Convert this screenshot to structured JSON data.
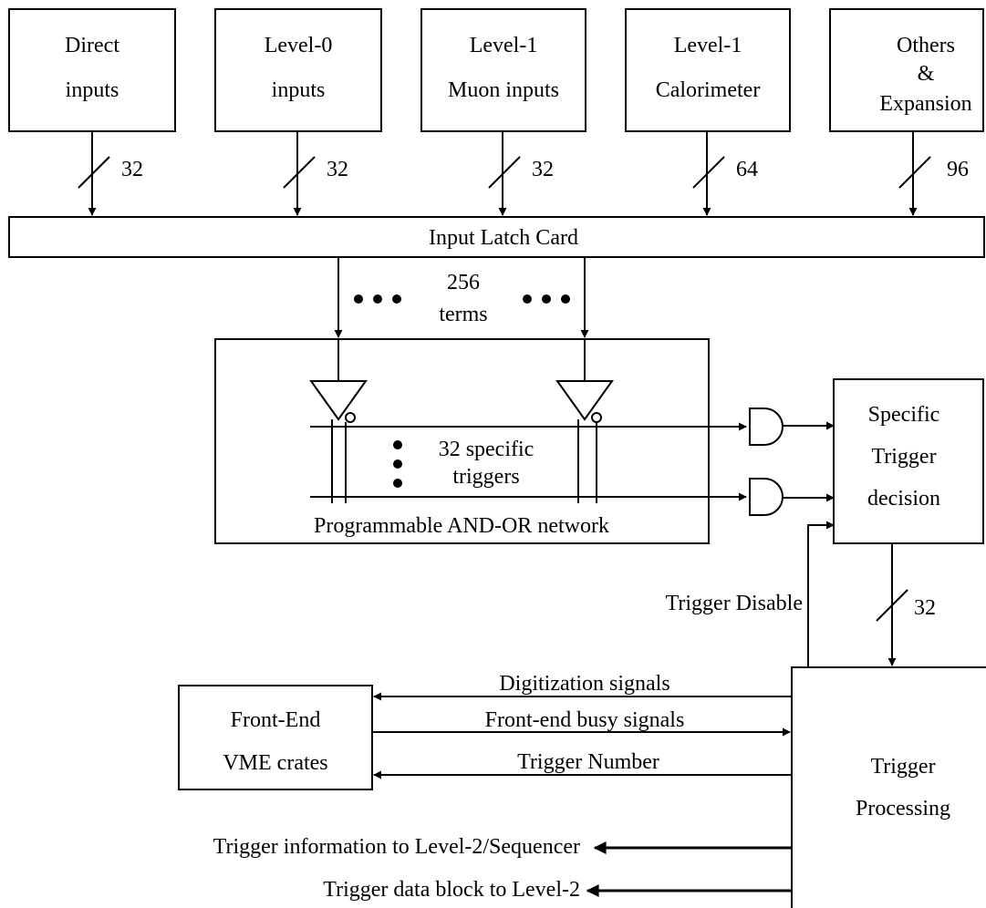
{
  "inputs": [
    {
      "line1": "Direct",
      "line2": "inputs",
      "line3": "",
      "count": "32"
    },
    {
      "line1": "Level-0",
      "line2": "inputs",
      "line3": "",
      "count": "32"
    },
    {
      "line1": "Level-1",
      "line2": "Muon inputs",
      "line3": "",
      "count": "32"
    },
    {
      "line1": "Level-1",
      "line2": "Calorimeter",
      "line3": "",
      "count": "64"
    },
    {
      "line1": "Others",
      "line2": "&",
      "line3": "Expansion",
      "count": "96"
    }
  ],
  "input_latch": "Input Latch Card",
  "terms": {
    "line1": "256",
    "line2": "terms"
  },
  "network": {
    "label": "Programmable AND-OR network",
    "triggers_line1": "32 specific",
    "triggers_line2": "triggers"
  },
  "decision": {
    "line1": "Specific",
    "line2": "Trigger",
    "line3": "decision",
    "bus_count": "32"
  },
  "trigger_disable": "Trigger Disable",
  "front_end": {
    "line1": "Front-End",
    "line2": "VME crates"
  },
  "processing": {
    "line1": "Trigger",
    "line2": "Processing"
  },
  "signals": {
    "digitization": "Digitization signals",
    "busy": "Front-end busy signals",
    "trigger_number": "Trigger Number",
    "level2_sequencer": "Trigger information to Level-2/Sequencer",
    "level2_data": "Trigger data block to Level-2"
  }
}
